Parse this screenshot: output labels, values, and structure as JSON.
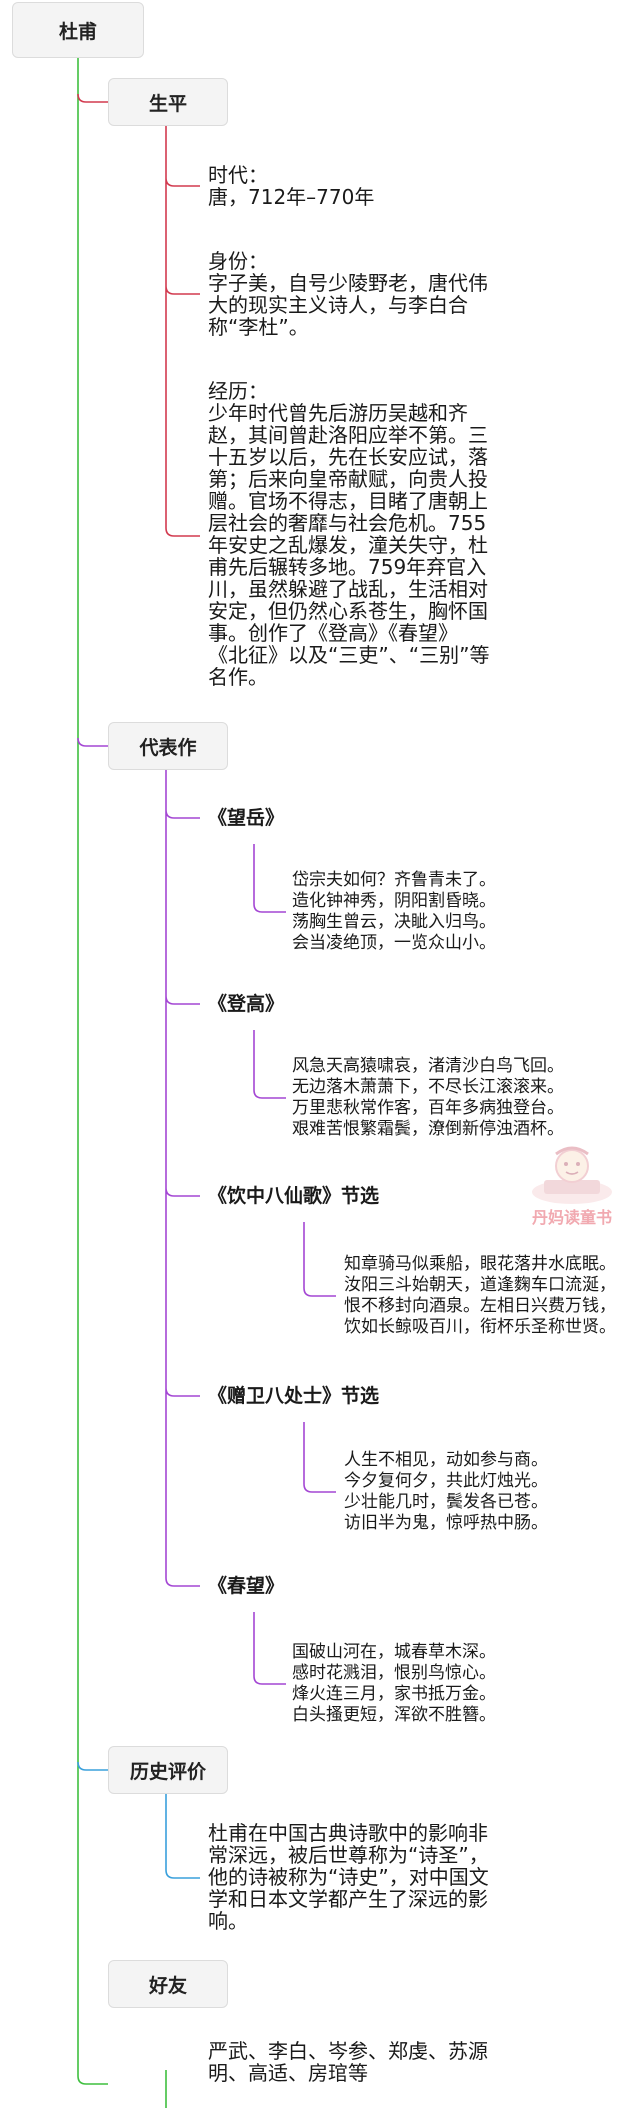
{
  "root": {
    "title": "杜甫"
  },
  "colors": {
    "root_line": "#3fbf3f",
    "life_line": "#d23a4f",
    "works_line": "#a447d4",
    "evaluation_line": "#3aa0dc",
    "friends_line": "#3fbf3f"
  },
  "life": {
    "title": "生平",
    "era": "时代：\n唐，712年–770年",
    "identity": "身份：\n字子美，自号少陵野老，唐代伟\n大的现实主义诗人，与李白合\n称“李杜”。",
    "experience": "经历：\n少年时代曾先后游历吴越和齐\n赵，其间曾赴洛阳应举不第。三\n十五岁以后，先在长安应试，落\n第；后来向皇帝献赋，向贵人投\n赠。官场不得志，目睹了唐朝上\n层社会的奢靡与社会危机。755\n年安史之乱爆发，潼关失守，杜\n甫先后辗转多地。759年弃官入\n川，虽然躲避了战乱，生活相对\n安定，但仍然心系苍生，胸怀国\n事。创作了《登高》《春望》\n《北征》以及“三吏”、“三别”等\n名作。"
  },
  "works": {
    "title": "代表作",
    "poems": [
      {
        "title": "《望岳》",
        "text": "岱宗夫如何？齐鲁青未了。\n造化钟神秀，阴阳割昏晓。\n荡胸生曾云，决眦入归鸟。\n会当凌绝顶，一览众山小。"
      },
      {
        "title": "《登高》",
        "text": "风急天高猿啸哀，渚清沙白鸟飞回。\n无边落木萧萧下，不尽长江滚滚来。\n万里悲秋常作客，百年多病独登台。\n艰难苦恨繁霜鬓，潦倒新停浊酒杯。"
      },
      {
        "title": "《饮中八仙歌》节选",
        "text": "知章骑马似乘船，眼花落井水底眠。\n汝阳三斗始朝天，道逢麴车口流涎，\n恨不移封向酒泉。左相日兴费万钱，\n饮如长鲸吸百川，衔杯乐圣称世贤。"
      },
      {
        "title": "《赠卫八处士》节选",
        "text": "人生不相见，动如参与商。\n今夕复何夕，共此灯烛光。\n少壮能几时，鬓发各已苍。\n访旧半为鬼，惊呼热中肠。"
      },
      {
        "title": "《春望》",
        "text": "国破山河在，城春草木深。\n感时花溅泪，恨别鸟惊心。\n烽火连三月，家书抵万金。\n白头搔更短，浑欲不胜簪。"
      }
    ]
  },
  "evaluation": {
    "title": "历史评价",
    "text": "杜甫在中国古典诗歌中的影响非\n常深远，被后世尊称为“诗圣”，\n他的诗被称为“诗史”，对中国文\n学和日本文学都产生了深远的影\n响。"
  },
  "friends": {
    "title": "好友",
    "text": "严武、李白、岑参、郑虔、苏源\n明、高适、房琯等"
  },
  "watermark": {
    "text": "丹妈读童书"
  }
}
